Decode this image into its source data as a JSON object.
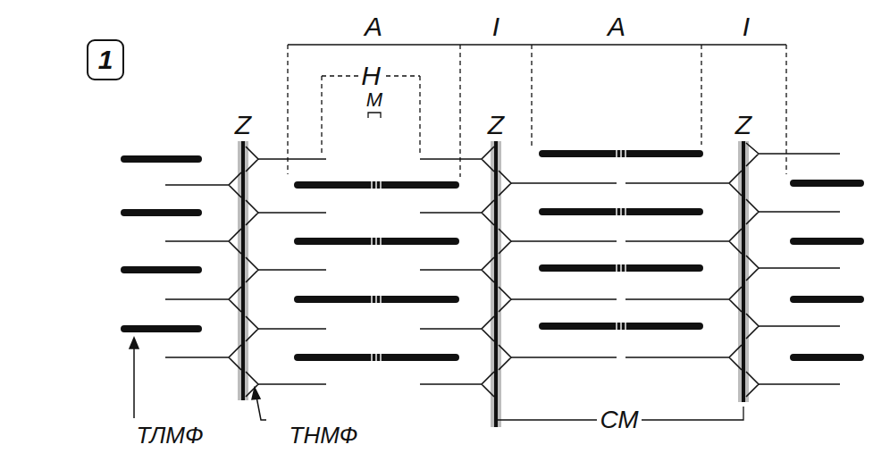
{
  "diagram": {
    "nodes": [
      {
        "text": [
          "1"
        ]
      }
    ],
    "labels": [
      "A",
      "I",
      "A",
      "I",
      "Z",
      "H",
      "M",
      "Z",
      "Z",
      "ТЛМФ",
      "ТНМФ",
      "СМ"
    ]
  }
}
